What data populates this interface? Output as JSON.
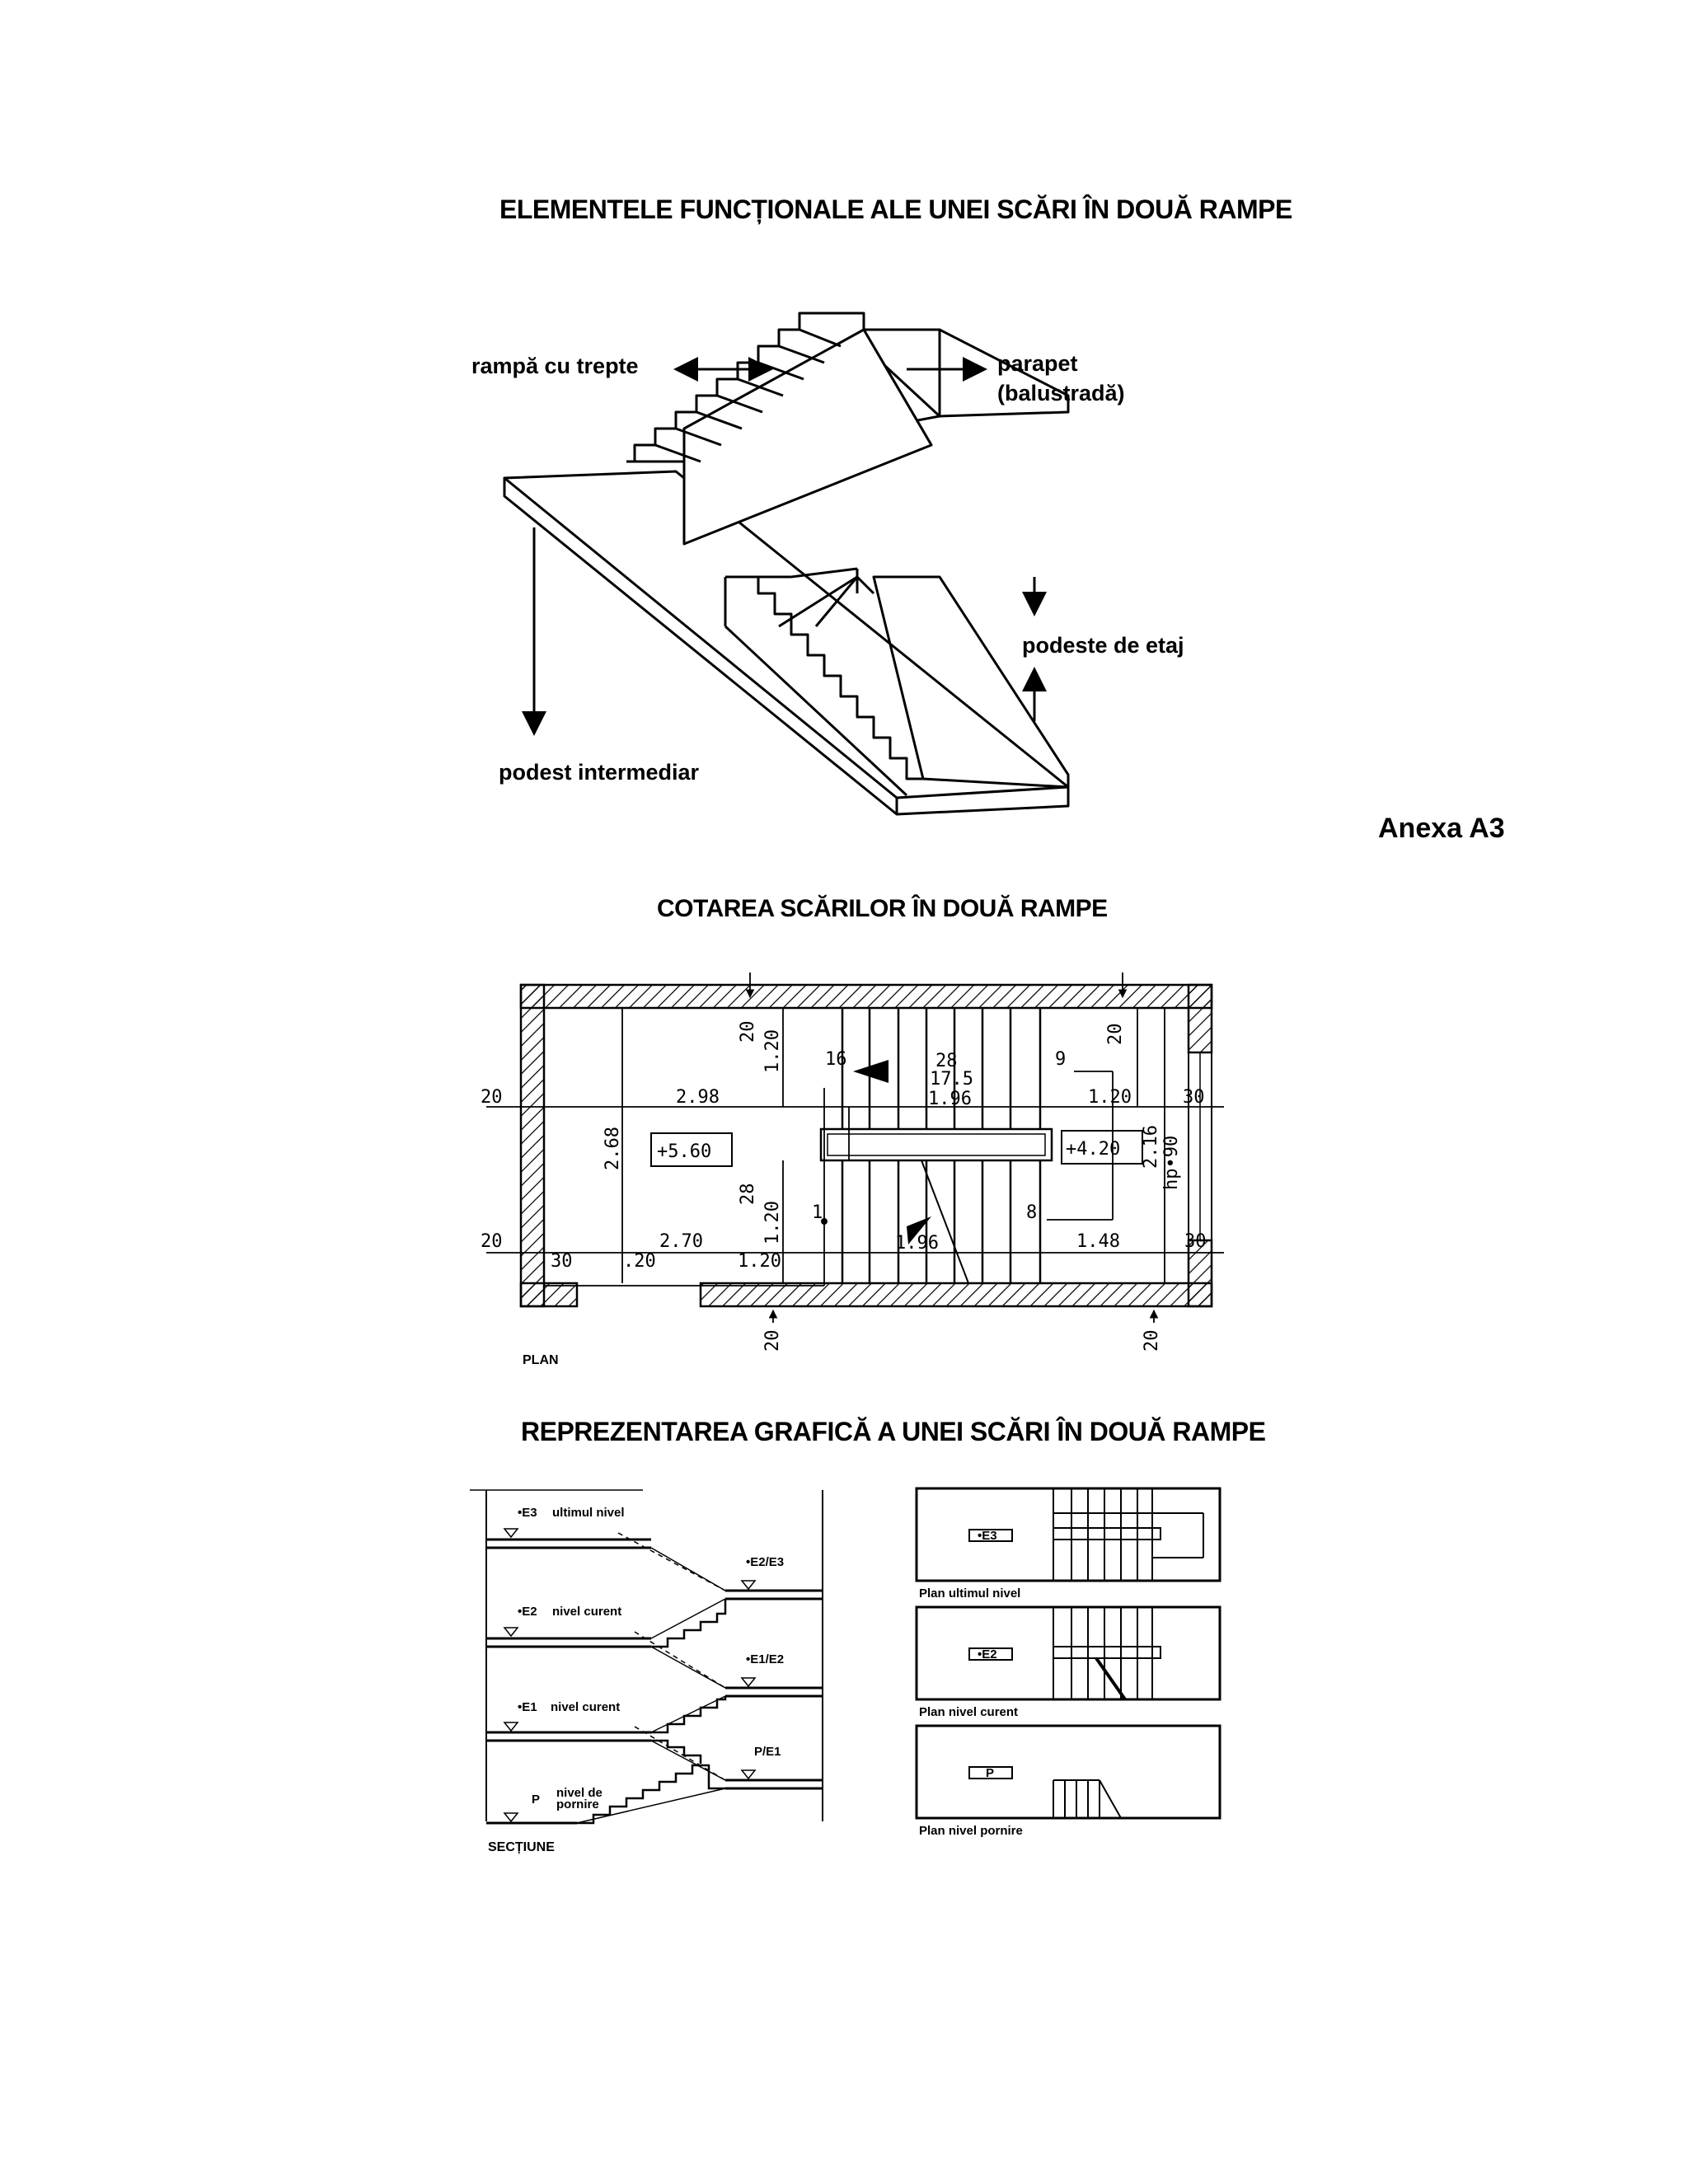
{
  "titles": {
    "functional": "ELEMENTELE FUNCȚIONALE ALE UNEI SCĂRI ÎN DOUĂ RAMPE",
    "dimensioning": "COTAREA SCĂRILOR ÎN DOUĂ RAMPE",
    "graphic": "REPREZENTAREA GRAFICĂ A UNEI SCĂRI ÎN DOUĂ RAMPE"
  },
  "annex": "Anexa A3",
  "iso_labels": {
    "ramp": "rampă cu trepte",
    "parapet_1": "parapet",
    "parapet_2": "(balustradă)",
    "floor_landing": "podeste de etaj",
    "intermediate_landing": "podest intermediar"
  },
  "plan": {
    "caption": "PLAN",
    "level_left": "+5.60",
    "level_right": "+4.20",
    "step_16": "16",
    "step_9": "9",
    "step_1": "1",
    "step_8": "8",
    "d_20_top_left": "20",
    "d_20_top_right": "20",
    "d_120_top": "1.20",
    "d_28": "28",
    "d_175": "17.5",
    "d_196_top": "1.96",
    "d_298": "2.98",
    "d_120_right": "1.20",
    "d_20_left": "20",
    "d_30_right": "30",
    "d_268": "2.68",
    "d_28_mid": "28",
    "d_120_mid": "1.20",
    "d_216": "2.16",
    "hp": "hp•90",
    "d_20_left_b": "20",
    "d_270": "2.70",
    "d_196_bot": "1.96",
    "d_148": "1.48",
    "d_30_right_b": "30",
    "d_30_bot": "30",
    "d_20_bot": ".20",
    "d_120_bot": "1.20",
    "d_20_bottom_left": "20",
    "d_20_bottom_right": "20"
  },
  "section": {
    "caption": "SECȚIUNE",
    "e3": "•E3",
    "e3_note": "ultimul nivel",
    "e2": "•E2",
    "e2_note": "nivel curent",
    "e1": "•E1",
    "e1_note": "nivel curent",
    "p": "P",
    "p_note_1": "nivel de",
    "p_note_2": "pornire",
    "e2e3": "•E2/E3",
    "e1e2": "•E1/E2",
    "pe1": "P/E1"
  },
  "mini_plans": [
    {
      "tag": "•E3",
      "caption": "Plan ultimul nivel"
    },
    {
      "tag": "•E2",
      "caption": "Plan nivel curent"
    },
    {
      "tag": "P",
      "caption": "Plan nivel pornire"
    }
  ]
}
